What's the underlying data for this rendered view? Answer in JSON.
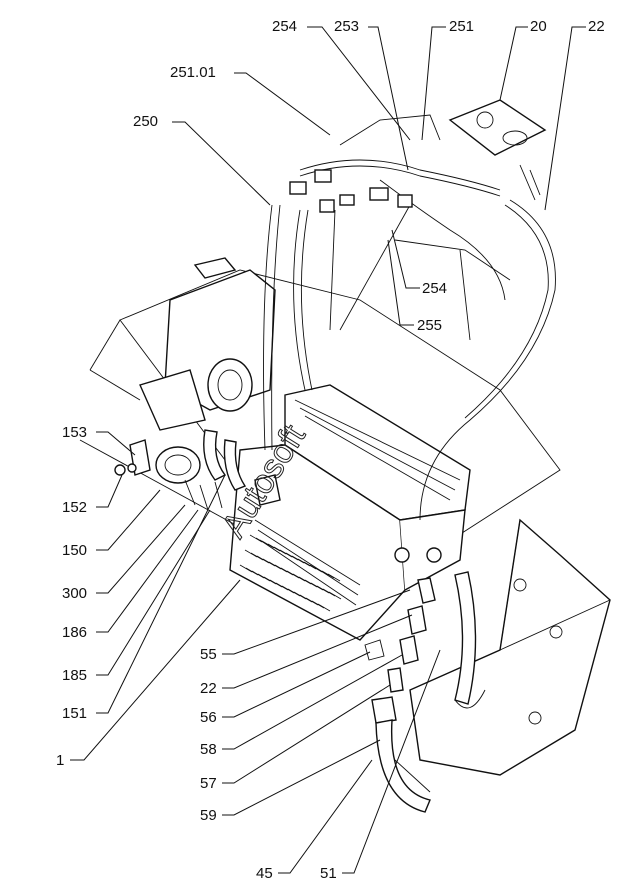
{
  "callouts": [
    "254",
    "253",
    "251",
    "20",
    "22",
    "251.01",
    "250",
    "254",
    "255",
    "153",
    "152",
    "150",
    "300",
    "186",
    "185",
    "151",
    "1",
    "55",
    "22",
    "56",
    "58",
    "57",
    "59",
    "45",
    "51"
  ],
  "watermark": "Autosoft",
  "colors": {
    "ink": "#111111",
    "paper": "#ffffff"
  }
}
